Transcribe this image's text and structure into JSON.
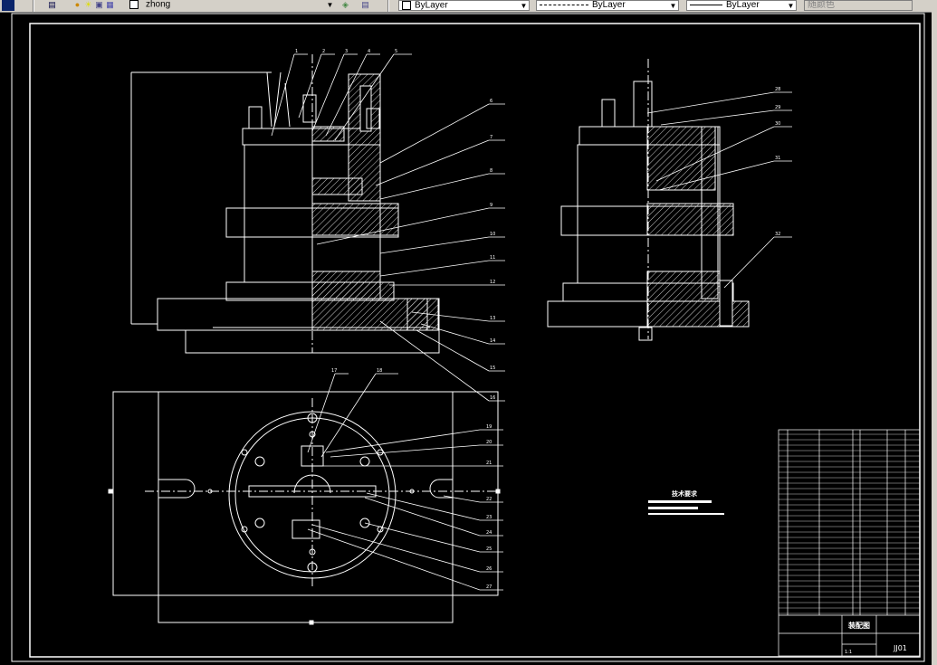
{
  "toolbar": {
    "layer_name": "zhong",
    "color_value": "ByLayer",
    "linetype_value": "ByLayer",
    "lineweight_value": "ByLayer",
    "plotstyle_value": "随颜色"
  },
  "drawing": {
    "tech_requirements_title": "技术要求",
    "title_block": {
      "name": "装配图",
      "code": "JJ01",
      "scale_label": "1:1"
    },
    "balloons_front": [
      "1",
      "2",
      "3",
      "4",
      "5",
      "6",
      "7",
      "8",
      "9",
      "10",
      "11",
      "12",
      "13",
      "14",
      "15",
      "16"
    ],
    "balloons_side": [
      "28",
      "29",
      "30",
      "31",
      "32"
    ],
    "balloons_top": [
      "17",
      "18",
      "19",
      "20",
      "21",
      "22",
      "23",
      "24",
      "25",
      "26",
      "27"
    ]
  }
}
